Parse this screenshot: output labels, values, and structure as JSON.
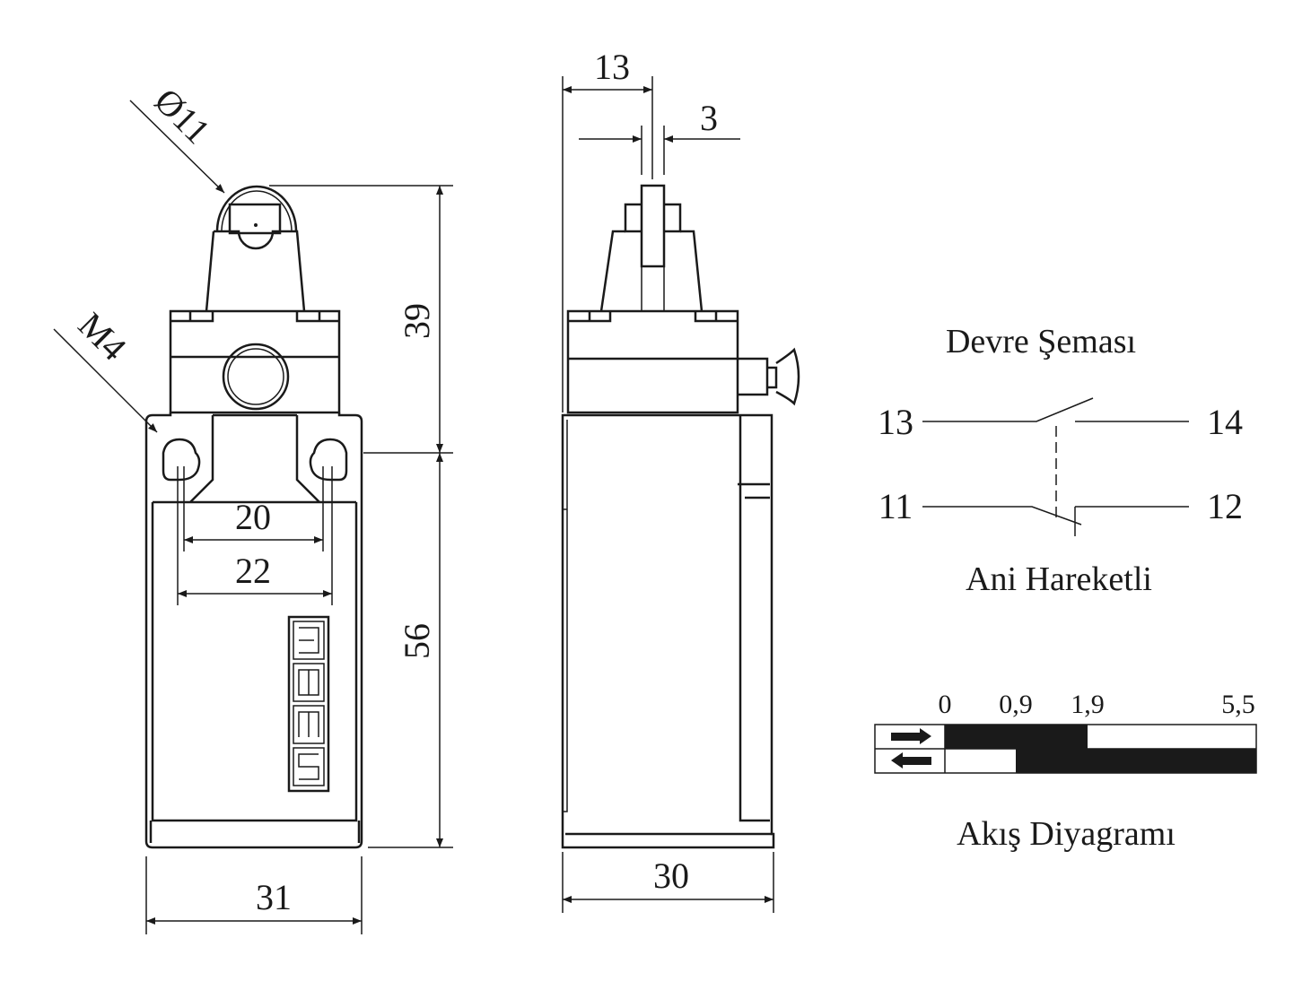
{
  "front_view": {
    "dim_roller_diameter": "Ø11",
    "dim_thread": "M4",
    "dim_hole_spacing_inner": "20",
    "dim_hole_spacing_outer": "22",
    "dim_width": "31",
    "dim_height_head": "39",
    "dim_height_body": "56",
    "logo_text": "EMAS"
  },
  "side_view": {
    "dim_offset": "13",
    "dim_roller_width": "3",
    "dim_depth": "30"
  },
  "circuit": {
    "title": "Devre Şeması",
    "terminals": {
      "t13": "13",
      "t14": "14",
      "t11": "11",
      "t12": "12"
    },
    "caption": "Ani Hareketli"
  },
  "flow_diagram": {
    "title": "Akış Diyagramı",
    "ticks": [
      "0",
      "0,9",
      "1,9",
      "5,5"
    ],
    "rows": [
      {
        "direction": "forward",
        "icon": "arrow-right-icon",
        "closed_from": 0,
        "closed_to": 1.9
      },
      {
        "direction": "return",
        "icon": "arrow-left-icon",
        "closed_from": 0.9,
        "closed_to": 5.5
      }
    ]
  }
}
